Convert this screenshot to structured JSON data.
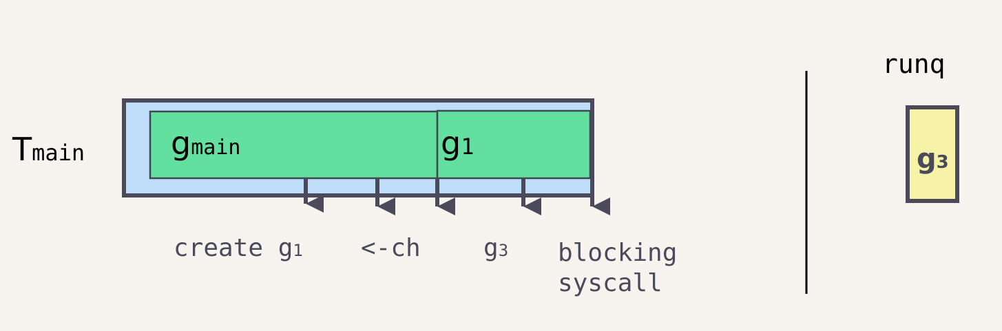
{
  "thread": {
    "name": "T",
    "subscript": "main"
  },
  "goroutines": [
    {
      "name": "g",
      "subscript": "main"
    },
    {
      "name": "g",
      "subscript": "1"
    }
  ],
  "events": [
    {
      "text": "create g",
      "subscript": "1"
    },
    {
      "text": "<-ch",
      "subscript": ""
    },
    {
      "text": "g",
      "subscript": "3"
    },
    {
      "text": "blocking",
      "subscript": ""
    },
    {
      "text": "syscall",
      "subscript": ""
    }
  ],
  "runq": {
    "label": "runq",
    "items": [
      {
        "name": "g",
        "subscript": "3"
      }
    ]
  },
  "colors": {
    "background": "#f7f3ef",
    "thread_fill": "#bfdcf8",
    "thread_border": "#4a4a5a",
    "goroutine_fill": "#63e0a0",
    "goroutine_border": "#3c4a4f",
    "runq_fill": "#f6f3a8",
    "runq_border": "#4a4a5a",
    "arrow": "#4a4a5a",
    "event_text": "#4a4a5a",
    "divider": "#000000"
  }
}
